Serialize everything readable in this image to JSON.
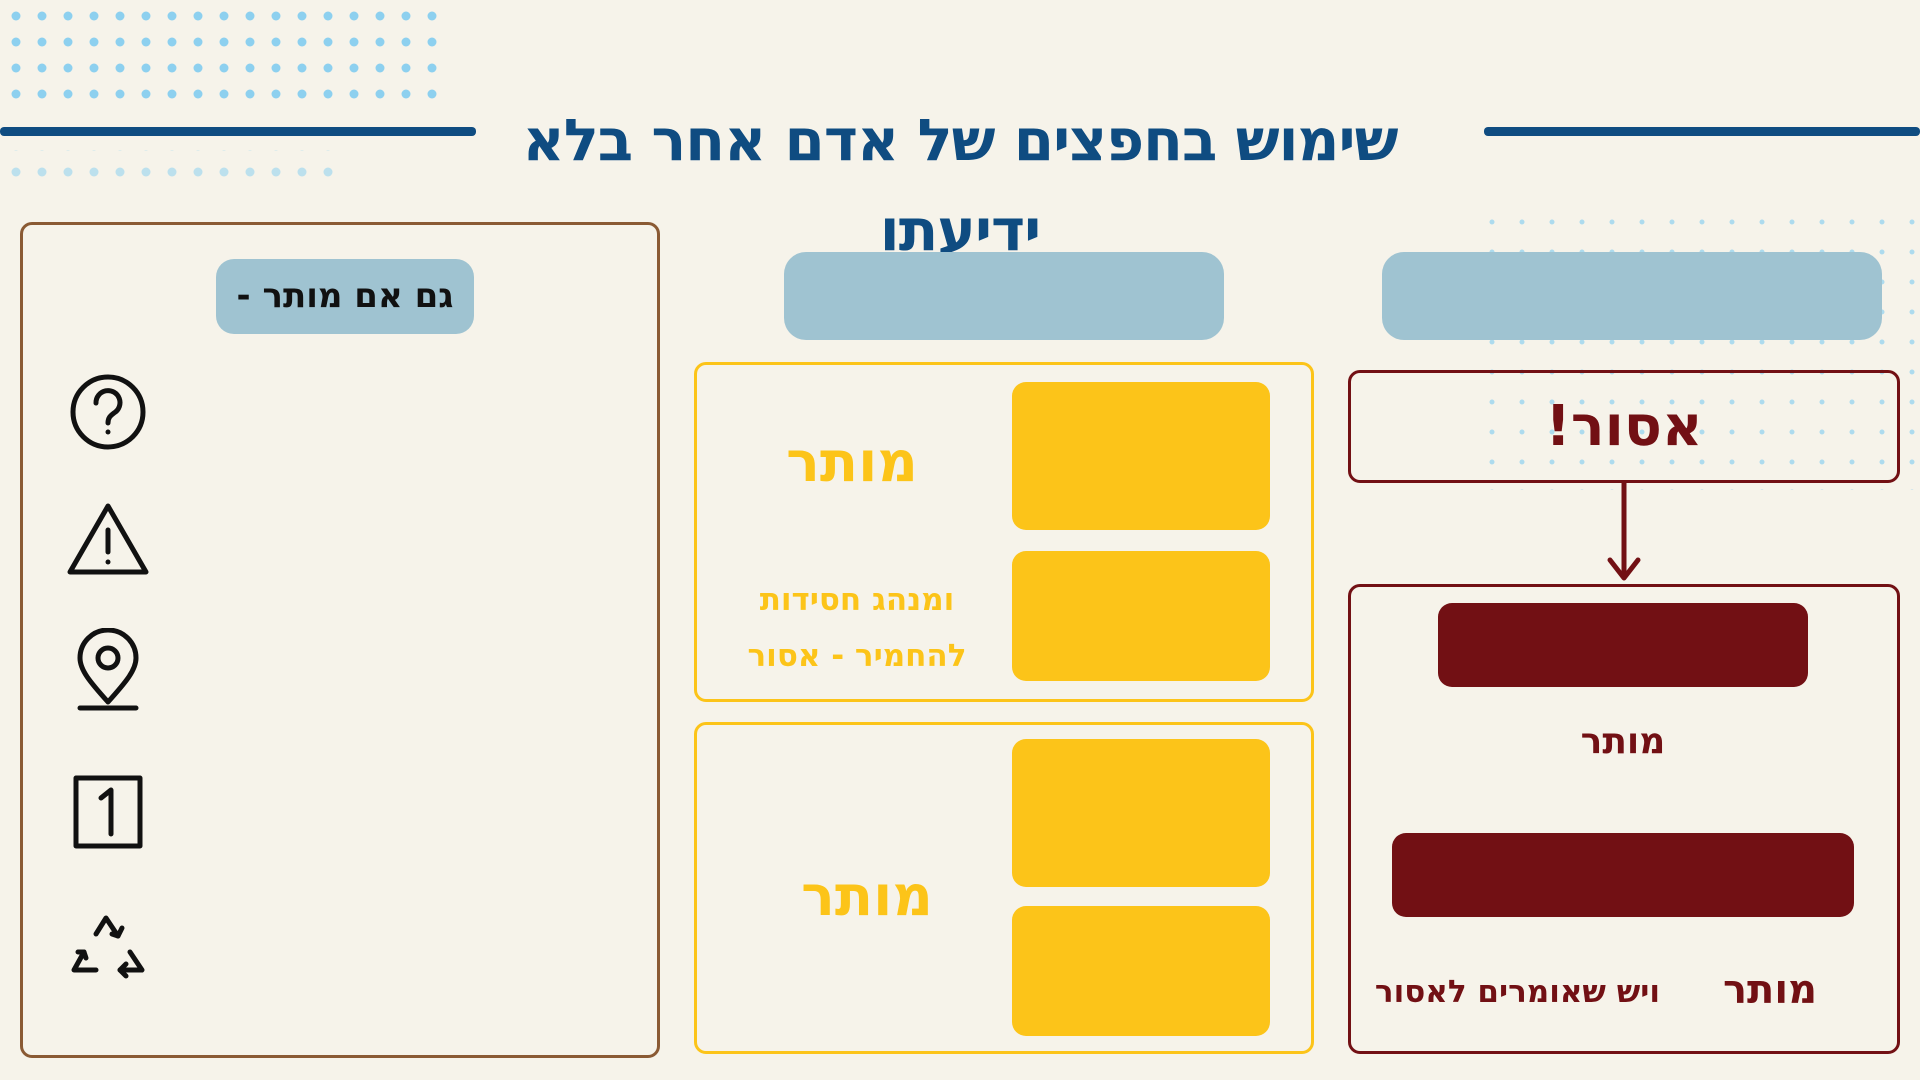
{
  "colors": {
    "background": "#f6f3ea",
    "navy": "#0f4c81",
    "dots": "#8dd0ef",
    "brown": "#8a5a34",
    "pill": "#9fc3d1",
    "yellow": "#fcc419",
    "maroon": "#721014",
    "ink": "#111111"
  },
  "title": "שימוש בחפצים של אדם אחר בלא ידיעתו",
  "left_panel": {
    "heading": "גם אם מותר -",
    "icons": [
      "question-icon",
      "warning-icon",
      "location-pin-icon",
      "number-one-icon",
      "recycle-icon"
    ]
  },
  "middle_panel": {
    "top_box": {
      "label_main": "מותר",
      "label_line1": "ומנהג חסידות",
      "label_line2": "להחמיר - אסור"
    },
    "bottom_box": {
      "label_main": "מותר"
    }
  },
  "right_panel": {
    "forbidden": "אסור!",
    "item1_label": "מותר",
    "item2_label_main": "מותר",
    "item2_label_secondary": "ויש שאומרים לאסור"
  }
}
